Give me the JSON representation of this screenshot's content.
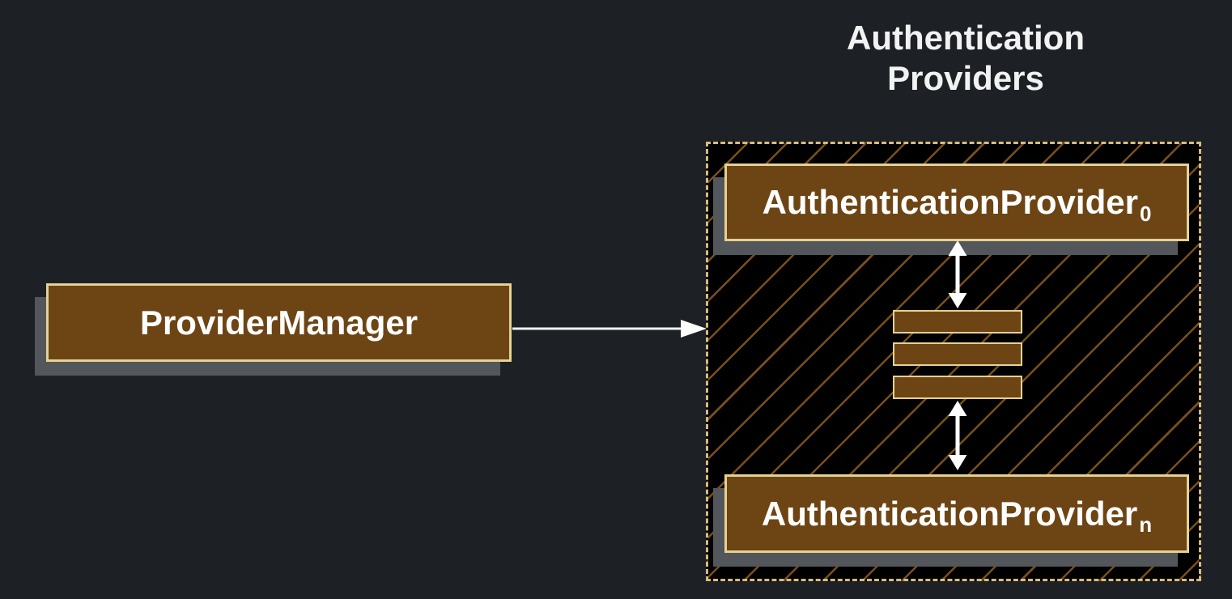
{
  "diagram": {
    "title": "Authentication\nProviders",
    "provider_manager": {
      "label": "ProviderManager"
    },
    "providers_group": {
      "items": [
        {
          "label": "AuthenticationProvider",
          "subscript": "0"
        },
        {
          "label": "AuthenticationProvider",
          "subscript": "n"
        }
      ],
      "ellipsis_bar_count": 3
    },
    "colors": {
      "page_background": "#1d2126",
      "node_fill": "#6d4514",
      "node_border": "#e3d294",
      "node_text": "#ffffff",
      "group_fill": "#000000",
      "group_hatch_line": "#7a5018",
      "group_dashed_border": "#d9bc7a",
      "node_shadow": "#53565a",
      "arrow": "#ffffff",
      "title_text": "#f2f2f2"
    }
  }
}
